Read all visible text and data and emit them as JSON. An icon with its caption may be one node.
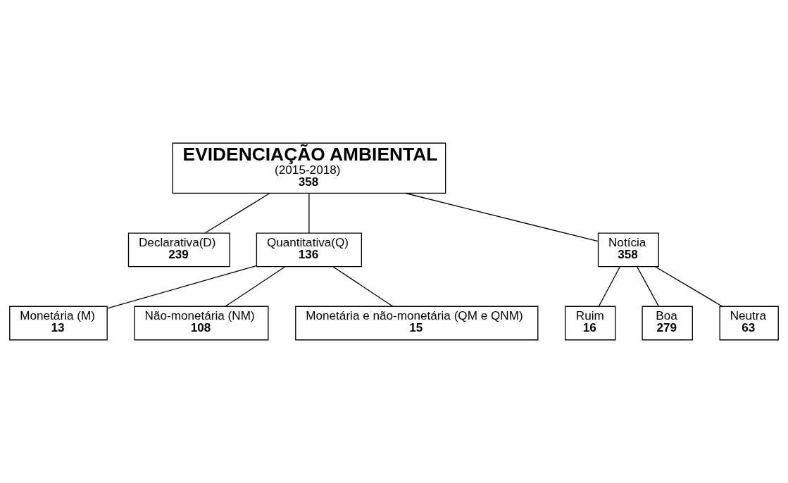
{
  "diagram": {
    "nodes": [
      {
        "text": [
          "EVIDENCIAÇÃO AMBIENTAL",
          "(2015-2018)",
          "358"
        ]
      },
      {
        "text": [
          "Declarativa(D)",
          "239"
        ]
      },
      {
        "text": [
          "Quantitativa(Q)",
          "136"
        ]
      },
      {
        "text": [
          "Notícia",
          "358"
        ]
      },
      {
        "text": [
          "Monetária (M)",
          "13"
        ]
      },
      {
        "text": [
          "Não-monetária (NM)",
          "108"
        ]
      },
      {
        "text": [
          "Monetária e não-monetária (QM e QNM)",
          "15"
        ]
      },
      {
        "text": [
          "Ruim",
          "16"
        ]
      },
      {
        "text": [
          "Boa",
          "279"
        ]
      },
      {
        "text": [
          "Neutra",
          "63"
        ]
      }
    ],
    "edges": [
      {
        "from": 0,
        "to": 1,
        "arrow": "none"
      },
      {
        "from": 0,
        "to": 2,
        "arrow": "none"
      },
      {
        "from": 0,
        "to": 3,
        "arrow": "none"
      },
      {
        "from": 2,
        "to": 4,
        "arrow": "none"
      },
      {
        "from": 2,
        "to": 5,
        "arrow": "none"
      },
      {
        "from": 2,
        "to": 6,
        "arrow": "none"
      },
      {
        "from": 3,
        "to": 7,
        "arrow": "none"
      },
      {
        "from": 3,
        "to": 8,
        "arrow": "none"
      },
      {
        "from": 3,
        "to": 9,
        "arrow": "none"
      }
    ]
  }
}
